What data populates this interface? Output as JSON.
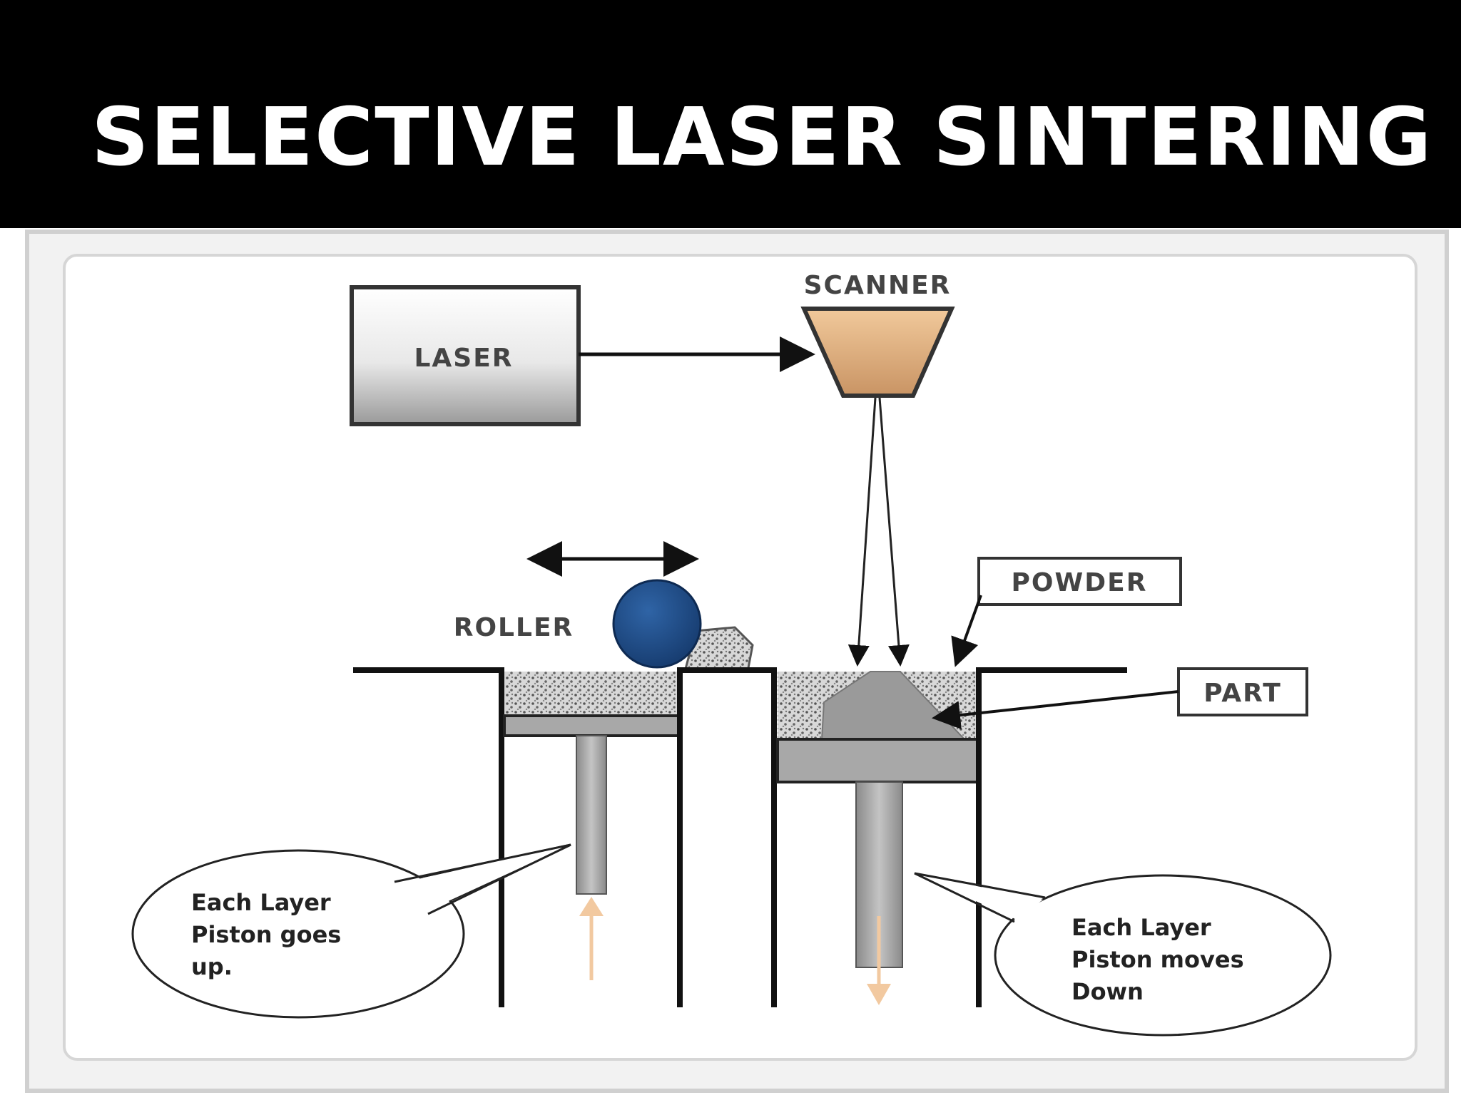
{
  "slide": {
    "title": "SELECTIVE LASER SINTERING :"
  },
  "diagram": {
    "labels": {
      "laser": "LASER",
      "scanner": "SCANNER",
      "powder": "POWDER",
      "roller": "ROLLER",
      "part": "PART"
    },
    "callouts": {
      "left": {
        "line1": "Each Layer",
        "line2": "Piston goes",
        "line3": "up."
      },
      "right": {
        "line1": "Each Layer",
        "line2": "Piston moves",
        "line3": "Down"
      }
    },
    "colors": {
      "scanner_fill": "#d9a97a",
      "roller_fill": "#1f4e8c",
      "part_fill": "#9a9a9a",
      "piston_fill": "#a0a0a0",
      "motion_arrow": "#f2c9a0"
    }
  }
}
